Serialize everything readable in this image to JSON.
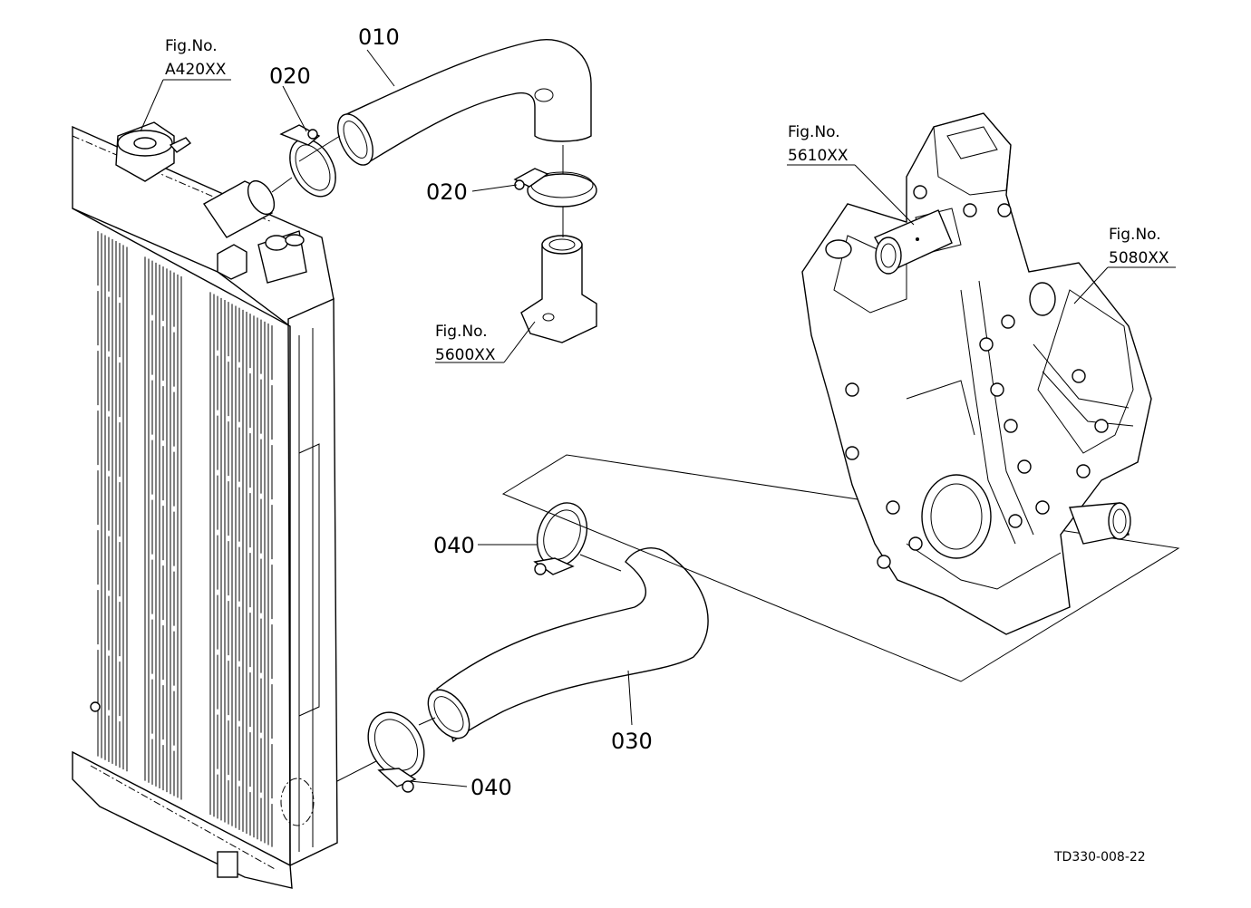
{
  "parts": {
    "p010": "010",
    "p020a": "020",
    "p020b": "020",
    "p030": "030",
    "p040a": "040",
    "p040b": "040"
  },
  "fig_refs": {
    "a420": {
      "line1": "Fig.No.",
      "line2": "A420XX"
    },
    "f5600": {
      "line1": "Fig.No.",
      "line2": "5600XX"
    },
    "f5610": {
      "line1": "Fig.No.",
      "line2": "5610XX"
    },
    "f5080": {
      "line1": "Fig.No.",
      "line2": "5080XX"
    }
  },
  "drawing_code": "TD330-008-22"
}
